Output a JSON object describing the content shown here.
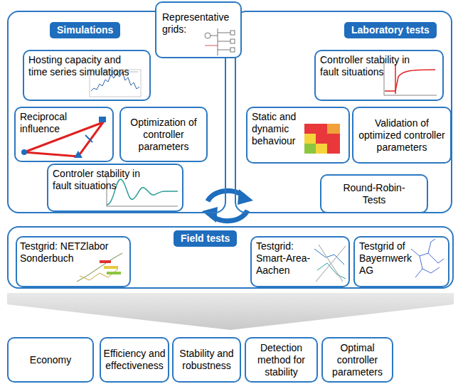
{
  "diagram": {
    "nodes": [
      {
        "text": [
          "Representative grids:"
        ]
      },
      {
        "text": [
          "Simulations"
        ]
      },
      {
        "text": [
          "Hosting capacity and time series simulations"
        ],
        "in": 1
      },
      {
        "text": [
          "Reciprocal influence"
        ],
        "in": 1
      },
      {
        "text": [
          "Optimization of controller parameters"
        ],
        "in": 1
      },
      {
        "text": [
          "Controler stability in fault situations"
        ],
        "in": 1
      },
      {
        "text": [
          "Laboratory tests"
        ]
      },
      {
        "text": [
          "Controller stability in fault situations"
        ],
        "in": 6
      },
      {
        "text": [
          "Static and dynamic behaviour"
        ],
        "in": 6
      },
      {
        "text": [
          "Validation of optimized controller parameters"
        ],
        "in": 6
      },
      {
        "text": [
          "Round-Robin-Tests"
        ],
        "in": 6
      },
      {
        "text": [
          "Field tests"
        ]
      },
      {
        "text": [
          "Testgrid: NETZlabor Sonderbuch"
        ],
        "in": 11
      },
      {
        "text": [
          "Testgrid: Smart-Area-Aachen"
        ],
        "in": 11
      },
      {
        "text": [
          "Testgrid of Bayernwerk AG"
        ],
        "in": 11
      },
      {
        "text": [
          "Economy"
        ]
      },
      {
        "text": [
          "Efficiency and effectiveness"
        ]
      },
      {
        "text": [
          "Stability and robustness"
        ]
      },
      {
        "text": [
          "Detection method for stability"
        ]
      },
      {
        "text": [
          "Optimal controller parameters"
        ]
      }
    ]
  }
}
